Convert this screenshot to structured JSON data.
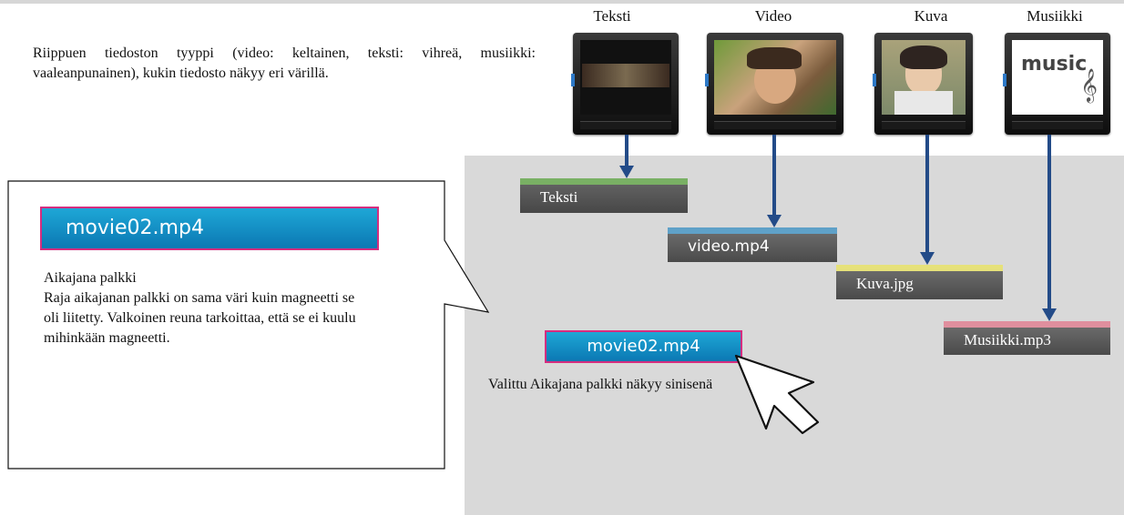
{
  "intro_text": "Riippuen tiedoston tyyppi (video: keltainen, teksti: vihreä, musiikki: vaaleanpunainen), kukin tiedosto näkyy eri värillä.",
  "columns": {
    "text": "Teksti",
    "video": "Video",
    "image": "Kuva",
    "music": "Musiikki"
  },
  "music_thumb_label": "music",
  "timeline_bars": {
    "text": "Teksti",
    "video": "video.mp4",
    "image": "Kuva.jpg",
    "music": "Musiikki.mp3"
  },
  "callout": {
    "bar_label": "movie02.mp4",
    "title": "Aikajana palkki",
    "body": "Raja aikajanan palkki on sama väri kuin magneetti se oli liitetty. Valkoinen reuna tarkoittaa, että se ei kuulu mihinkään magneetti."
  },
  "selected": {
    "bar_label": "movie02.mp4",
    "caption": "Valittu Aikajana palkki näkyy sinisenä"
  },
  "colors": {
    "panel": "#d9d9d9",
    "text_magnet": "#79b064",
    "video_magnet": "#5fa1c8",
    "image_magnet": "#e6e17a",
    "music_magnet": "#e08f9e",
    "selected_fill": "#0b8fc4",
    "selected_border": "#d52d7f",
    "arrow": "#234b88"
  }
}
